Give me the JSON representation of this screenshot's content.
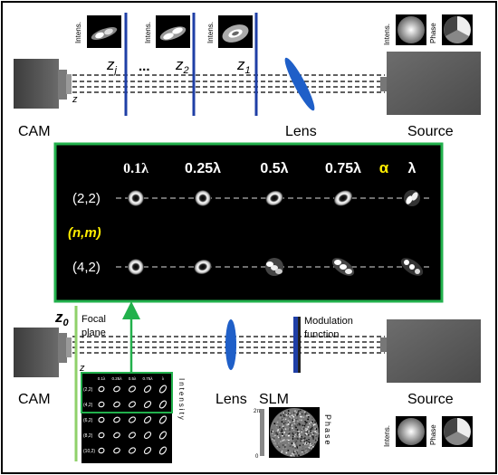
{
  "top_setup": {
    "cam_label": "CAM",
    "axis_label": "z",
    "planes": [
      {
        "label": "zj",
        "base": "z",
        "sub": "j",
        "inset": "Intens."
      },
      {
        "label": "z2",
        "base": "z",
        "sub": "2",
        "inset": "Intens."
      },
      {
        "label": "z1",
        "base": "z",
        "sub": "1",
        "inset": "Intens."
      }
    ],
    "ellipsis": "...",
    "lens_label": "Lens",
    "source_label": "Source",
    "source_insets": [
      "Intens.",
      "Phase"
    ]
  },
  "middle_panel": {
    "columns": [
      "0.1λ",
      "0.25λ",
      "0.5λ",
      "0.75λ",
      "α",
      "λ"
    ],
    "rows": [
      "(2,2)",
      "(4,2)"
    ],
    "mode_label": "(n,m)"
  },
  "bottom_setup": {
    "focal_base": "z",
    "focal_sub": "0",
    "focal_text_line1": "Focal",
    "focal_text_line2": "plane",
    "axis_label": "z",
    "cam_label": "CAM",
    "lens_label": "Lens",
    "slm_label": "SLM",
    "modulation_line1": "Modulation",
    "modulation_line2": "function",
    "source_label": "Source",
    "source_insets": [
      "Intens.",
      "Phase"
    ],
    "intensity_grid": {
      "columns": [
        "0.1λ",
        "0.25λ",
        "0.5λ",
        "0.75λ",
        "λ"
      ],
      "rows": [
        "(2,2)",
        "(4,2)",
        "(6,2)",
        "(8,2)",
        "(10,2)"
      ],
      "side_label": "Intensity"
    },
    "phase_map": {
      "scale_top": "2π",
      "scale_bottom": "0",
      "side_label": "Phase"
    }
  },
  "colors": {
    "frame": "#000000",
    "panel_border": "#22b14c",
    "panel_bg": "#000000",
    "plane_line": "#1f3fa6",
    "lens": "#1f5fc8",
    "alpha_label": "#ffee00",
    "mode_label": "#ffee00",
    "green_arrow": "#22b14c",
    "focal_line": "#8fd16a"
  }
}
